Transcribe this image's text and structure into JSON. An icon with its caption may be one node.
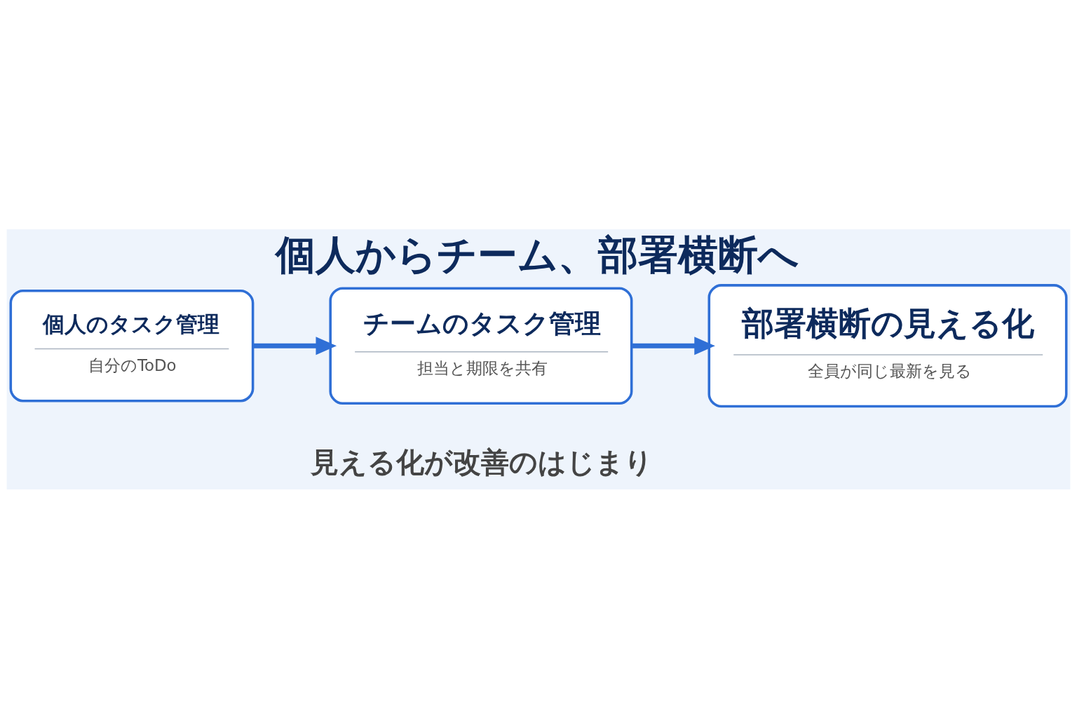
{
  "diagram": {
    "title": "個人からチーム、部署横断へ",
    "caption": "見える化が改善のはじまり",
    "nodes": [
      {
        "text": [
          "個人のタスク管理",
          "自分のToDo"
        ]
      },
      {
        "text": [
          "チームのタスク管理",
          "担当と期限を共有"
        ]
      },
      {
        "text": [
          "部署横断の見える化",
          "全員が同じ最新を見る"
        ]
      }
    ],
    "edges": [
      {
        "from": 0,
        "to": 1,
        "arrow": "to"
      },
      {
        "from": 1,
        "to": 2,
        "arrow": "to"
      }
    ]
  }
}
